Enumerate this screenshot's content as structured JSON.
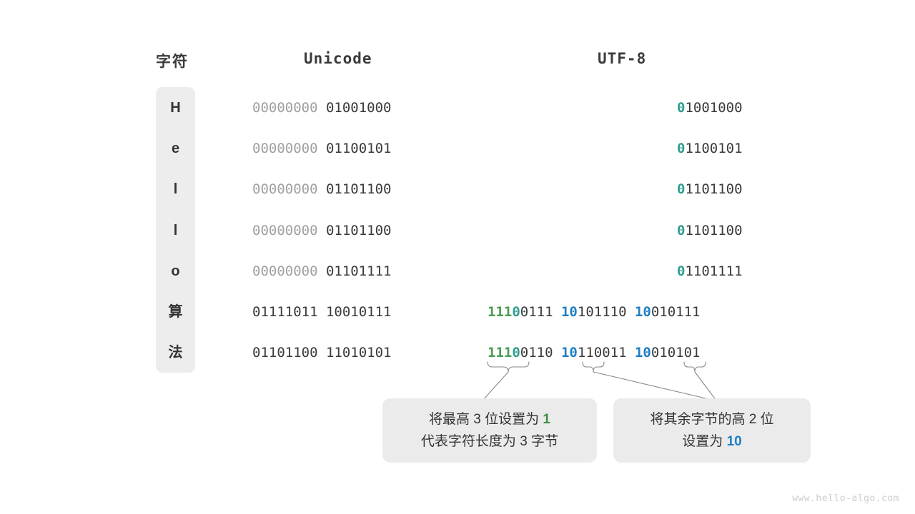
{
  "headers": {
    "char": "字符",
    "unicode": "Unicode",
    "utf8": "UTF-8"
  },
  "rows": [
    {
      "char": "H",
      "unicode_dim": "00000000 ",
      "unicode_main": "01001000",
      "utf8_type": "ascii",
      "utf8_parts": [
        {
          "t": "0",
          "c": "teal"
        },
        {
          "t": "1001000",
          "c": "dark"
        }
      ]
    },
    {
      "char": "e",
      "unicode_dim": "00000000 ",
      "unicode_main": "01100101",
      "utf8_type": "ascii",
      "utf8_parts": [
        {
          "t": "0",
          "c": "teal"
        },
        {
          "t": "1100101",
          "c": "dark"
        }
      ]
    },
    {
      "char": "l",
      "unicode_dim": "00000000 ",
      "unicode_main": "01101100",
      "utf8_type": "ascii",
      "utf8_parts": [
        {
          "t": "0",
          "c": "teal"
        },
        {
          "t": "1101100",
          "c": "dark"
        }
      ]
    },
    {
      "char": "l",
      "unicode_dim": "00000000 ",
      "unicode_main": "01101100",
      "utf8_type": "ascii",
      "utf8_parts": [
        {
          "t": "0",
          "c": "teal"
        },
        {
          "t": "1101100",
          "c": "dark"
        }
      ]
    },
    {
      "char": "o",
      "unicode_dim": "00000000 ",
      "unicode_main": "01101111",
      "utf8_type": "ascii",
      "utf8_parts": [
        {
          "t": "0",
          "c": "teal"
        },
        {
          "t": "1101111",
          "c": "dark"
        }
      ]
    },
    {
      "char": "算",
      "unicode_dim": "",
      "unicode_main": "01111011 10010111",
      "utf8_type": "multi",
      "utf8_parts": [
        {
          "t": "111",
          "c": "green"
        },
        {
          "t": "0",
          "c": "teal"
        },
        {
          "t": "0111 ",
          "c": "dark"
        },
        {
          "t": "10",
          "c": "blue"
        },
        {
          "t": "101110 ",
          "c": "dark"
        },
        {
          "t": "10",
          "c": "blue"
        },
        {
          "t": "010111",
          "c": "dark"
        }
      ]
    },
    {
      "char": "法",
      "unicode_dim": "",
      "unicode_main": "01101100 11010101",
      "utf8_type": "multi",
      "utf8_parts": [
        {
          "t": "111",
          "c": "green"
        },
        {
          "t": "0",
          "c": "teal"
        },
        {
          "t": "0110 ",
          "c": "dark"
        },
        {
          "t": "10",
          "c": "blue"
        },
        {
          "t": "110011 ",
          "c": "dark"
        },
        {
          "t": "10",
          "c": "blue"
        },
        {
          "t": "010101",
          "c": "dark"
        }
      ]
    }
  ],
  "callouts": [
    {
      "lines": [
        [
          {
            "t": "将最高 3 位设置为 ",
            "c": "plain"
          },
          {
            "t": "1",
            "c": "green"
          }
        ],
        [
          {
            "t": "代表字符长度为 3 字节",
            "c": "plain"
          }
        ]
      ]
    },
    {
      "lines": [
        [
          {
            "t": "将其余字节的高 2 位",
            "c": "plain"
          }
        ],
        [
          {
            "t": "设置为 ",
            "c": "plain"
          },
          {
            "t": "10",
            "c": "blue"
          }
        ]
      ]
    }
  ],
  "watermark": "www.hello-algo.com",
  "colors": {
    "green": "#4a9b52",
    "teal": "#2e9e8f",
    "blue": "#1f7fc4",
    "dark": "#3a3a3a",
    "dim": "#a0a0a0",
    "panel": "#ededed",
    "callout_bg": "#ebebeb"
  },
  "layout": {
    "row_top_first": 139,
    "row_step": 57.2
  }
}
